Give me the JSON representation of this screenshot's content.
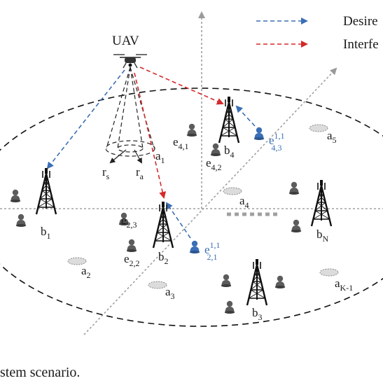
{
  "legend": {
    "desired": "Desire",
    "interference": "Interfe",
    "desired_color": "#3a6fb6",
    "interference_color": "#d42a2a"
  },
  "uav_label": "UAV",
  "radii": {
    "rs": "r",
    "rs_sub": "s",
    "ra": "r",
    "ra_sub": "a"
  },
  "base_stations": [
    {
      "base": "b",
      "sub": "1"
    },
    {
      "base": "b",
      "sub": "2"
    },
    {
      "base": "b",
      "sub": "3"
    },
    {
      "base": "b",
      "sub": "4"
    },
    {
      "base": "b",
      "sub": "N"
    }
  ],
  "areas": [
    {
      "base": "a",
      "sub": "1"
    },
    {
      "base": "a",
      "sub": "2"
    },
    {
      "base": "a",
      "sub": "3"
    },
    {
      "base": "a",
      "sub": "4"
    },
    {
      "base": "a",
      "sub": "5"
    },
    {
      "base": "a",
      "sub": "K-1"
    }
  ],
  "users": [
    {
      "base": "e",
      "sub": "4,1"
    },
    {
      "base": "e",
      "sub": "4,2"
    },
    {
      "base": "e",
      "sub": "2,3"
    },
    {
      "base": "e",
      "sub": "2,2"
    }
  ],
  "highlighted_users": [
    {
      "base": "e",
      "sup": "1,1",
      "sub": "4,3"
    },
    {
      "base": "e",
      "sup": "1,1",
      "sub": "2,1"
    }
  ],
  "caption": "stem scenario.",
  "icons": {
    "tower": "cell-tower-icon",
    "user": "user-icon",
    "uav": "drone-icon",
    "area": "area-ellipse-icon"
  }
}
